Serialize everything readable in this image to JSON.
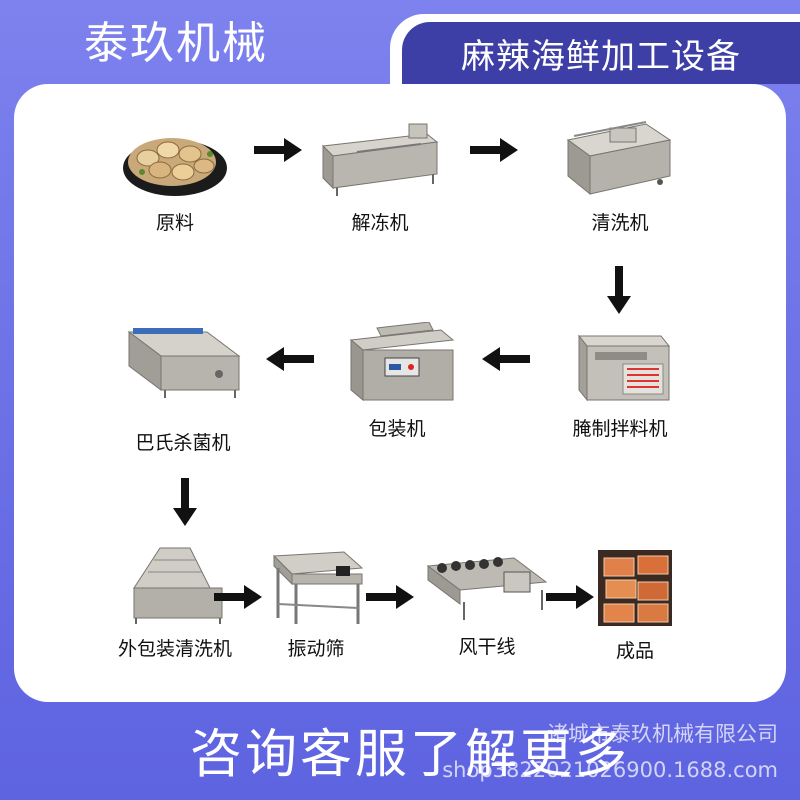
{
  "header": {
    "brand": "泰玖机械",
    "title": "麻辣海鲜加工设备"
  },
  "steps": [
    {
      "label": "原料",
      "icon": "raw-seafood-plate"
    },
    {
      "label": "解冻机",
      "icon": "thawing-machine"
    },
    {
      "label": "清洗机",
      "icon": "washing-machine"
    },
    {
      "label": "腌制拌料机",
      "icon": "marinating-mixer"
    },
    {
      "label": "包装机",
      "icon": "vacuum-packaging-machine"
    },
    {
      "label": "巴氏杀菌机",
      "icon": "pasteurizer"
    },
    {
      "label": "外包装清洗机",
      "icon": "package-washer"
    },
    {
      "label": "振动筛",
      "icon": "vibrating-screen"
    },
    {
      "label": "风干线",
      "icon": "air-drying-line"
    },
    {
      "label": "成品",
      "icon": "packaged-product"
    }
  ],
  "footer": {
    "cta": "咨询客服了解更多",
    "watermark_company": "诸城市泰玖机械有限公司",
    "watermark_url": "shop3822021026900.1688.com"
  },
  "colors": {
    "background": "#6f74e8",
    "title_tab": "#3d3fa6",
    "panel": "#ffffff",
    "arrow": "#111111",
    "steel": "#b8b6ae"
  }
}
